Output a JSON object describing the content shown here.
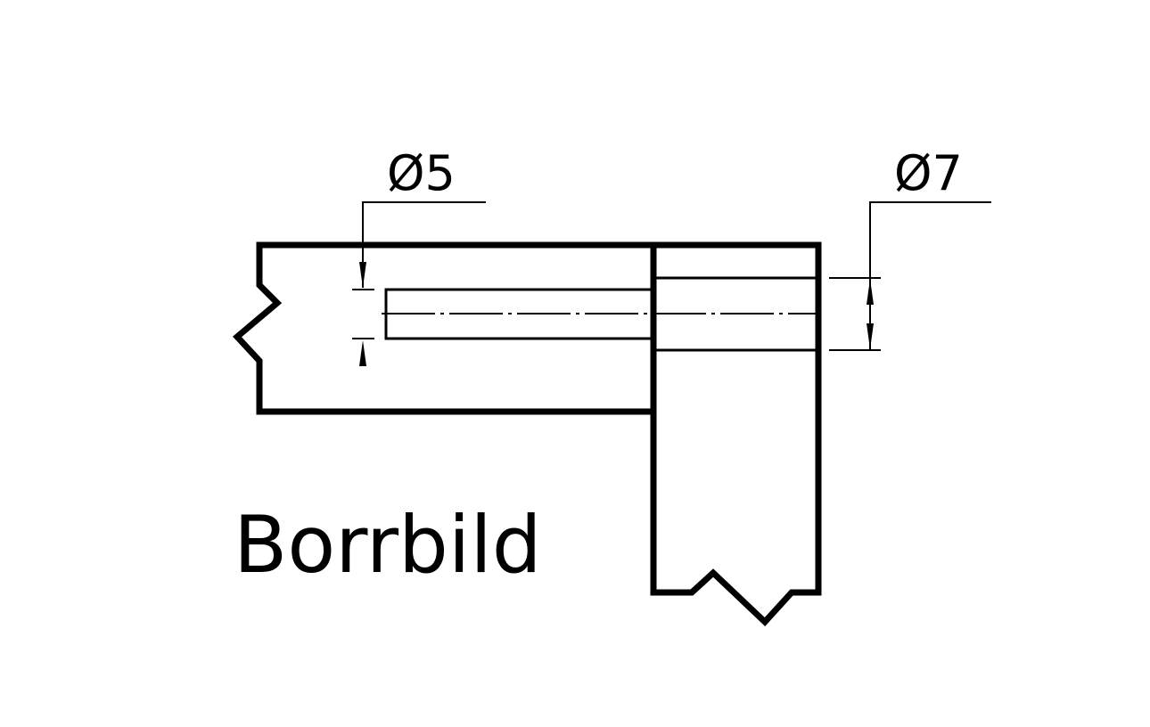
{
  "drawing": {
    "label": "Borrbild",
    "stroke_color": "#000000",
    "background_color": "#ffffff",
    "dimensions": [
      {
        "symbol": "Ø",
        "value": "5",
        "text": "Ø5"
      },
      {
        "symbol": "Ø",
        "value": "7",
        "text": "Ø7"
      }
    ]
  }
}
